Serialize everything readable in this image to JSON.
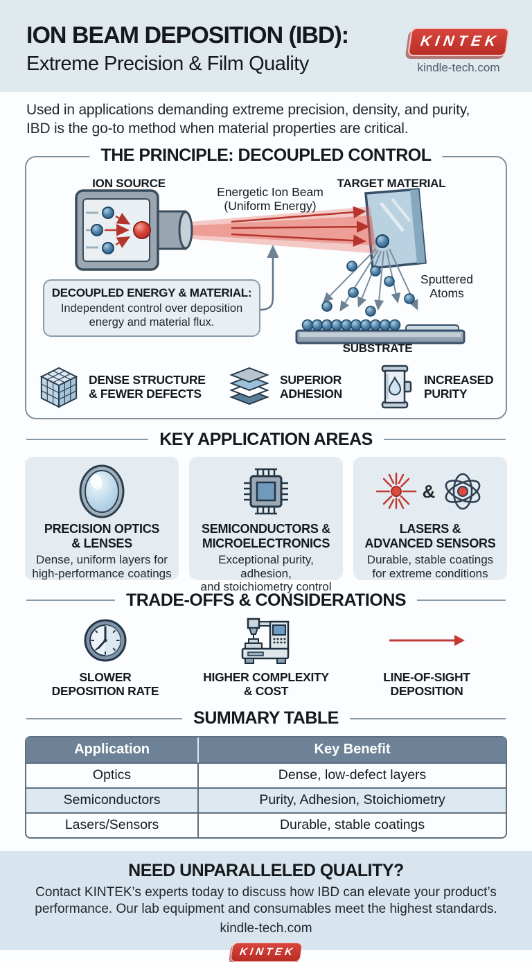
{
  "header": {
    "title": "ION BEAM DEPOSITION (IBD):",
    "subtitle": "Extreme Precision & Film Quality",
    "logo_text": "KINTEK",
    "website": "kindle-tech.com"
  },
  "intro": {
    "text": "Used in applications demanding extreme precision, density, and purity,\nIBD is the go-to method when material properties are critical."
  },
  "principle": {
    "heading": "THE PRINCIPLE: DECOUPLED CONTROL",
    "labels": {
      "ion_source": "ION SOURCE",
      "beam": "Energetic Ion Beam\n(Uniform Energy)",
      "target": "TARGET MATERIAL",
      "sputtered": "Sputtered\nAtoms",
      "substrate": "SUBSTRATE"
    },
    "callout": {
      "title": "DECOUPLED ENERGY & MATERIAL:",
      "body": "Independent control over deposition\nenergy and material flux."
    },
    "benefits": [
      {
        "icon": "cube-lattice-icon",
        "label": "DENSE STRUCTURE\n& FEWER DEFECTS"
      },
      {
        "icon": "layer-stack-icon",
        "label": "SUPERIOR\nADHESION"
      },
      {
        "icon": "purity-chamber-icon",
        "label": "INCREASED\nPURITY"
      }
    ]
  },
  "applications": {
    "heading": "KEY APPLICATION AREAS",
    "cards": [
      {
        "icon": "lens-icon",
        "title": "PRECISION OPTICS\n& LENSES",
        "desc": "Dense, uniform layers for\nhigh-performance coatings"
      },
      {
        "icon": "microchip-icon",
        "title": "SEMICONDUCTORS &\nMICROELECTRONICS",
        "desc": "Exceptional purity, adhesion,\nand stoichiometry control"
      },
      {
        "icon": "laser-and-atom-icon",
        "ampersand": "&",
        "title": "LASERS &\nADVANCED SENSORS",
        "desc": "Durable, stable coatings\nfor extreme conditions"
      }
    ]
  },
  "tradeoffs": {
    "heading": "TRADE-OFFS & CONSIDERATIONS",
    "items": [
      {
        "icon": "clock-icon",
        "label": "SLOWER\nDEPOSITION RATE"
      },
      {
        "icon": "deposition-machine-icon",
        "label": "HIGHER COMPLEXITY\n& COST"
      },
      {
        "icon": "arrow-right-icon",
        "label": "LINE-OF-SIGHT\nDEPOSITION"
      }
    ]
  },
  "summary_table": {
    "heading": "SUMMARY TABLE",
    "columns": [
      "Application",
      "Key Benefit"
    ],
    "rows": [
      [
        "Optics",
        "Dense, low-defect layers"
      ],
      [
        "Semiconductors",
        "Purity, Adhesion, Stoichiometry"
      ],
      [
        "Lasers/Sensors",
        "Durable, stable coatings"
      ]
    ]
  },
  "footer": {
    "heading": "NEED UNPARALLELED QUALITY?",
    "body": "Contact KINTEK’s experts today to discuss how IBD can elevate your product’s\nperformance. Our lab equipment and consumables meet the highest standards.",
    "website": "kindle-tech.com",
    "logo_text": "KINTEK"
  },
  "colors": {
    "accent_red": "#c8362e",
    "slate_header": "#6d8296",
    "band_header": "#e0e9ee",
    "band_footer": "#d9e5ee",
    "panel_blue": "#e4ecf1",
    "ink": "#16191c"
  }
}
